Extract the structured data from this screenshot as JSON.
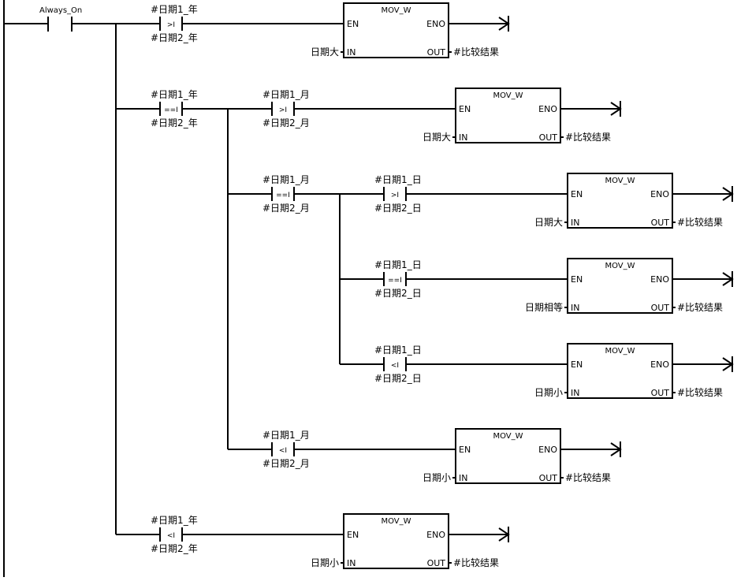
{
  "diagram": {
    "type": "ladder-logic",
    "always_on": "Always_On",
    "instruction": "MOV_W",
    "pins": {
      "en": "EN",
      "eno": "ENO",
      "in": "IN",
      "out": "OUT"
    },
    "output_var": "#比较结果",
    "networks": [
      {
        "id": "r1",
        "contact": {
          "top": "#日期1_年",
          "op": ">I",
          "bottom": "#日期2_年"
        },
        "in_value": "日期大"
      },
      {
        "id": "r2",
        "contact": {
          "top": "#日期1_年",
          "op": "==I",
          "bottom": "#日期2_年"
        },
        "contact2": {
          "top": "#日期1_月",
          "op": ">I",
          "bottom": "#日期2_月"
        },
        "in_value": "日期大"
      },
      {
        "id": "r3",
        "contact": {
          "top": "#日期1_月",
          "op": "==I",
          "bottom": "#日期2_月"
        },
        "contact2": {
          "top": "#日期1_日",
          "op": ">I",
          "bottom": "#日期2_日"
        },
        "in_value": "日期大"
      },
      {
        "id": "r4",
        "contact": {
          "top": "#日期1_日",
          "op": "==I",
          "bottom": "#日期2_日"
        },
        "in_value": "日期相等"
      },
      {
        "id": "r5",
        "contact": {
          "top": "#日期1_日",
          "op": "<I",
          "bottom": "#日期2_日"
        },
        "in_value": "日期小"
      },
      {
        "id": "r6",
        "contact": {
          "top": "#日期1_月",
          "op": "<I",
          "bottom": "#日期2_月"
        },
        "in_value": "日期小"
      },
      {
        "id": "r7",
        "contact": {
          "top": "#日期1_年",
          "op": "<I",
          "bottom": "#日期2_年"
        },
        "in_value": "日期小"
      }
    ]
  }
}
